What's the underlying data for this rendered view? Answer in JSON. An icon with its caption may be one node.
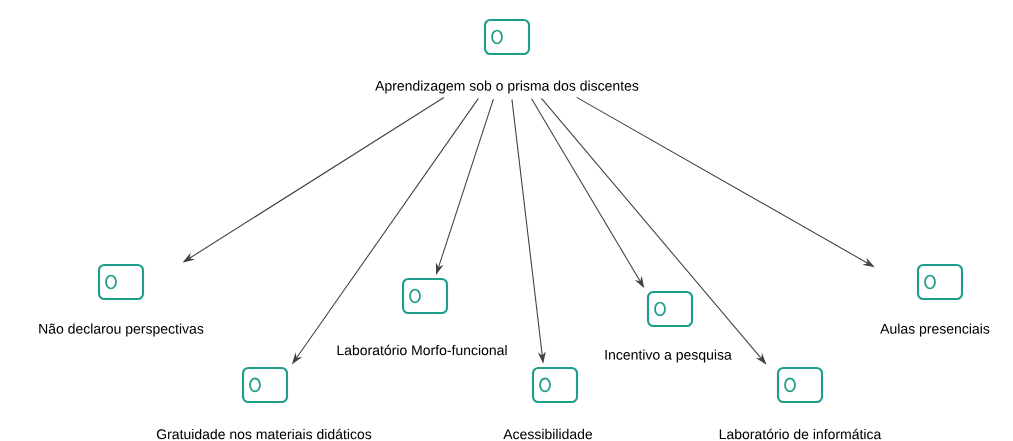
{
  "diagram": {
    "nodes": [
      {
        "text": [
          "Aprendizagem sob o prisma dos discentes"
        ]
      },
      {
        "text": [
          "Não declarou perspectivas"
        ]
      },
      {
        "text": [
          "Gratuidade nos materiais didáticos"
        ]
      },
      {
        "text": [
          "Laboratório Morfo-funcional"
        ]
      },
      {
        "text": [
          "Acessibilidade"
        ]
      },
      {
        "text": [
          "Incentivo a pesquisa"
        ]
      },
      {
        "text": [
          "Laboratório de informática"
        ]
      },
      {
        "text": [
          "Aulas presenciais"
        ]
      }
    ],
    "edges": [
      {
        "from": 0,
        "to": 1,
        "arrow": "to"
      },
      {
        "from": 0,
        "to": 2,
        "arrow": "to"
      },
      {
        "from": 0,
        "to": 3,
        "arrow": "to"
      },
      {
        "from": 0,
        "to": 4,
        "arrow": "to"
      },
      {
        "from": 0,
        "to": 5,
        "arrow": "to"
      },
      {
        "from": 0,
        "to": 6,
        "arrow": "to"
      },
      {
        "from": 0,
        "to": 7,
        "arrow": "to"
      }
    ]
  }
}
